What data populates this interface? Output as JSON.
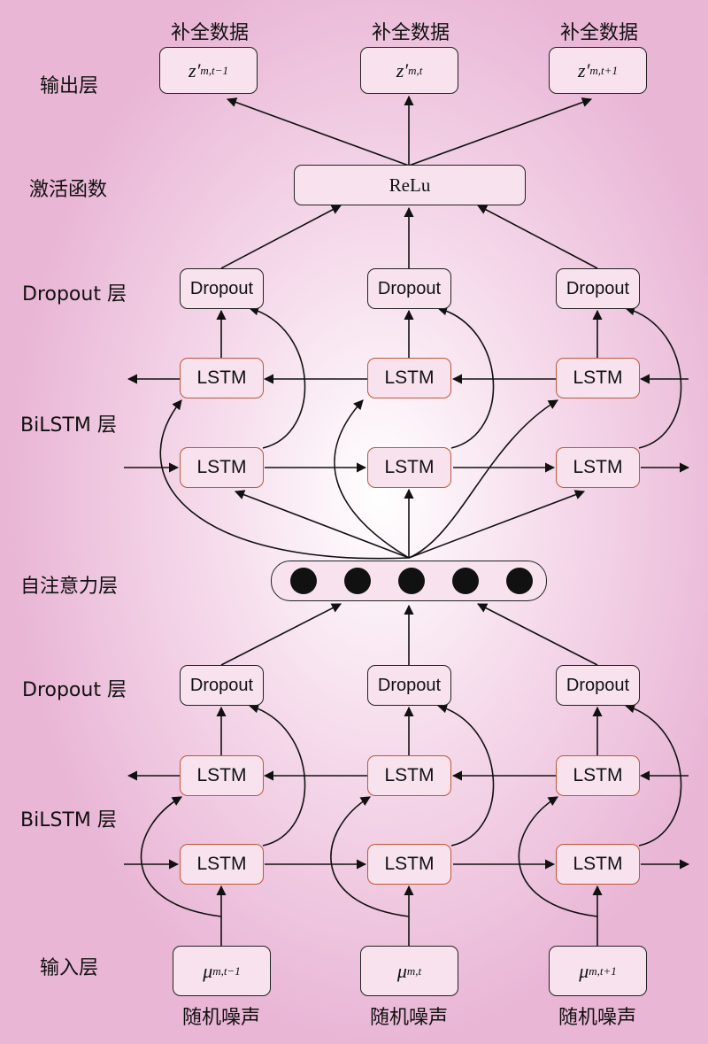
{
  "layer_labels": {
    "output": "输出层",
    "activation": "激活函数",
    "dropout_upper": "Dropout 层",
    "bilstm_upper": "BiLSTM 层",
    "attention": "自注意力层",
    "dropout_lower": "Dropout 层",
    "bilstm_lower": "BiLSTM 层",
    "input": "输入层"
  },
  "top_captions": [
    "补全数据",
    "补全数据",
    "补全数据"
  ],
  "bottom_captions": [
    "随机噪声",
    "随机噪声",
    "随机噪声"
  ],
  "outputs": [
    {
      "base": "z′",
      "sub": "m,t−1"
    },
    {
      "base": "z′",
      "sub": "m,t"
    },
    {
      "base": "z′",
      "sub": "m,t+1"
    }
  ],
  "inputs": [
    {
      "base": "μ",
      "sub": "m,t−1"
    },
    {
      "base": "μ",
      "sub": "m,t"
    },
    {
      "base": "μ",
      "sub": "m,t+1"
    }
  ],
  "activation": "ReLu",
  "dropout_label": "Dropout",
  "lstm_label": "LSTM",
  "attention_units": 5,
  "colors": {
    "background_center": "#ffffff",
    "background_edge": "#e9b6d6",
    "lstm_border": "#c0573a",
    "node_border": "#222222"
  }
}
